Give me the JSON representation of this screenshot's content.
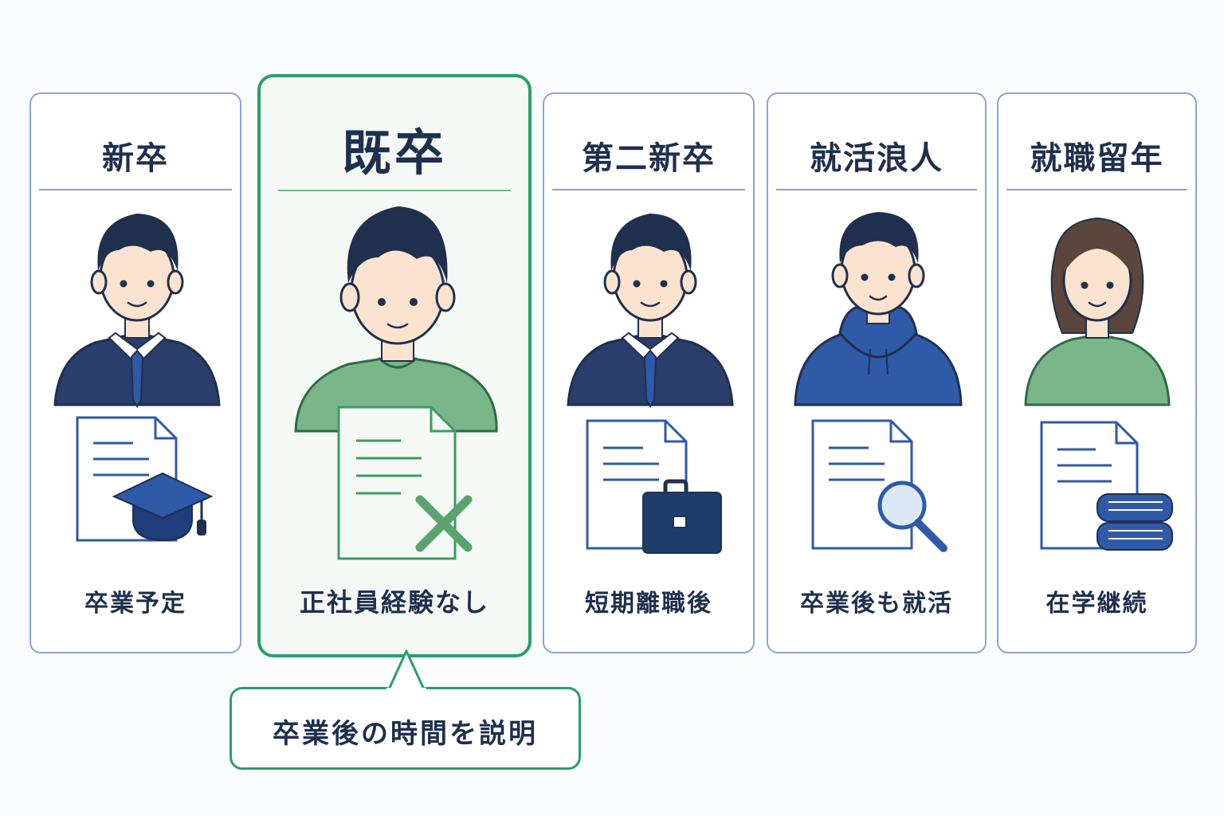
{
  "cards": [
    {
      "title": "新卒",
      "caption": "卒業予定",
      "figure": "suit-man",
      "icon": "graduation-cap-icon"
    },
    {
      "title": "既卒",
      "caption": "正社員経験なし",
      "figure": "tshirt-man",
      "icon": "cross-mark-icon",
      "highlighted": true
    },
    {
      "title": "第二新卒",
      "caption": "短期離職後",
      "figure": "suit-man",
      "icon": "briefcase-icon"
    },
    {
      "title": "就活浪人",
      "caption": "卒業後も就活",
      "figure": "hoodie-man",
      "icon": "magnifier-icon"
    },
    {
      "title": "就職留年",
      "caption": "在学継続",
      "figure": "woman",
      "icon": "books-icon"
    }
  ],
  "callout": {
    "text": "卒業後の時間を説明"
  },
  "colors": {
    "navy": "#1f2f4e",
    "blue_border": "#8aa4d6",
    "green_accent": "#27a06b",
    "shirt_green": "#7bb58a",
    "hoodie_blue": "#2f5aa8"
  }
}
